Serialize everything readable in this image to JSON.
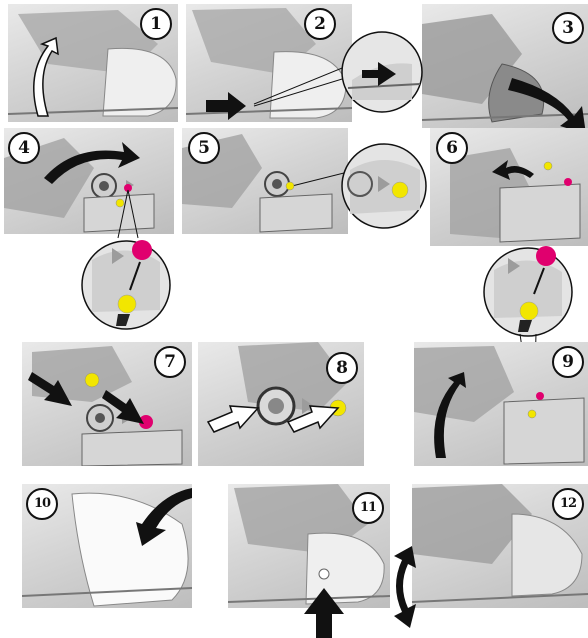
{
  "steps": [
    {
      "id": 1,
      "label": "1"
    },
    {
      "id": 2,
      "label": "2"
    },
    {
      "id": 3,
      "label": "3"
    },
    {
      "id": 4,
      "label": "4"
    },
    {
      "id": 5,
      "label": "5"
    },
    {
      "id": 6,
      "label": "6"
    },
    {
      "id": 7,
      "label": "7"
    },
    {
      "id": 8,
      "label": "8"
    },
    {
      "id": 9,
      "label": "9"
    },
    {
      "id": 10,
      "label": "10"
    },
    {
      "id": 11,
      "label": "11"
    },
    {
      "id": 12,
      "label": "12"
    }
  ],
  "colors": {
    "marker_magenta": "#e0006e",
    "marker_yellow": "#f2e600",
    "arrow_black": "#111111",
    "arrow_white": "#ffffff",
    "panel_gray": "#cfcfcf"
  }
}
